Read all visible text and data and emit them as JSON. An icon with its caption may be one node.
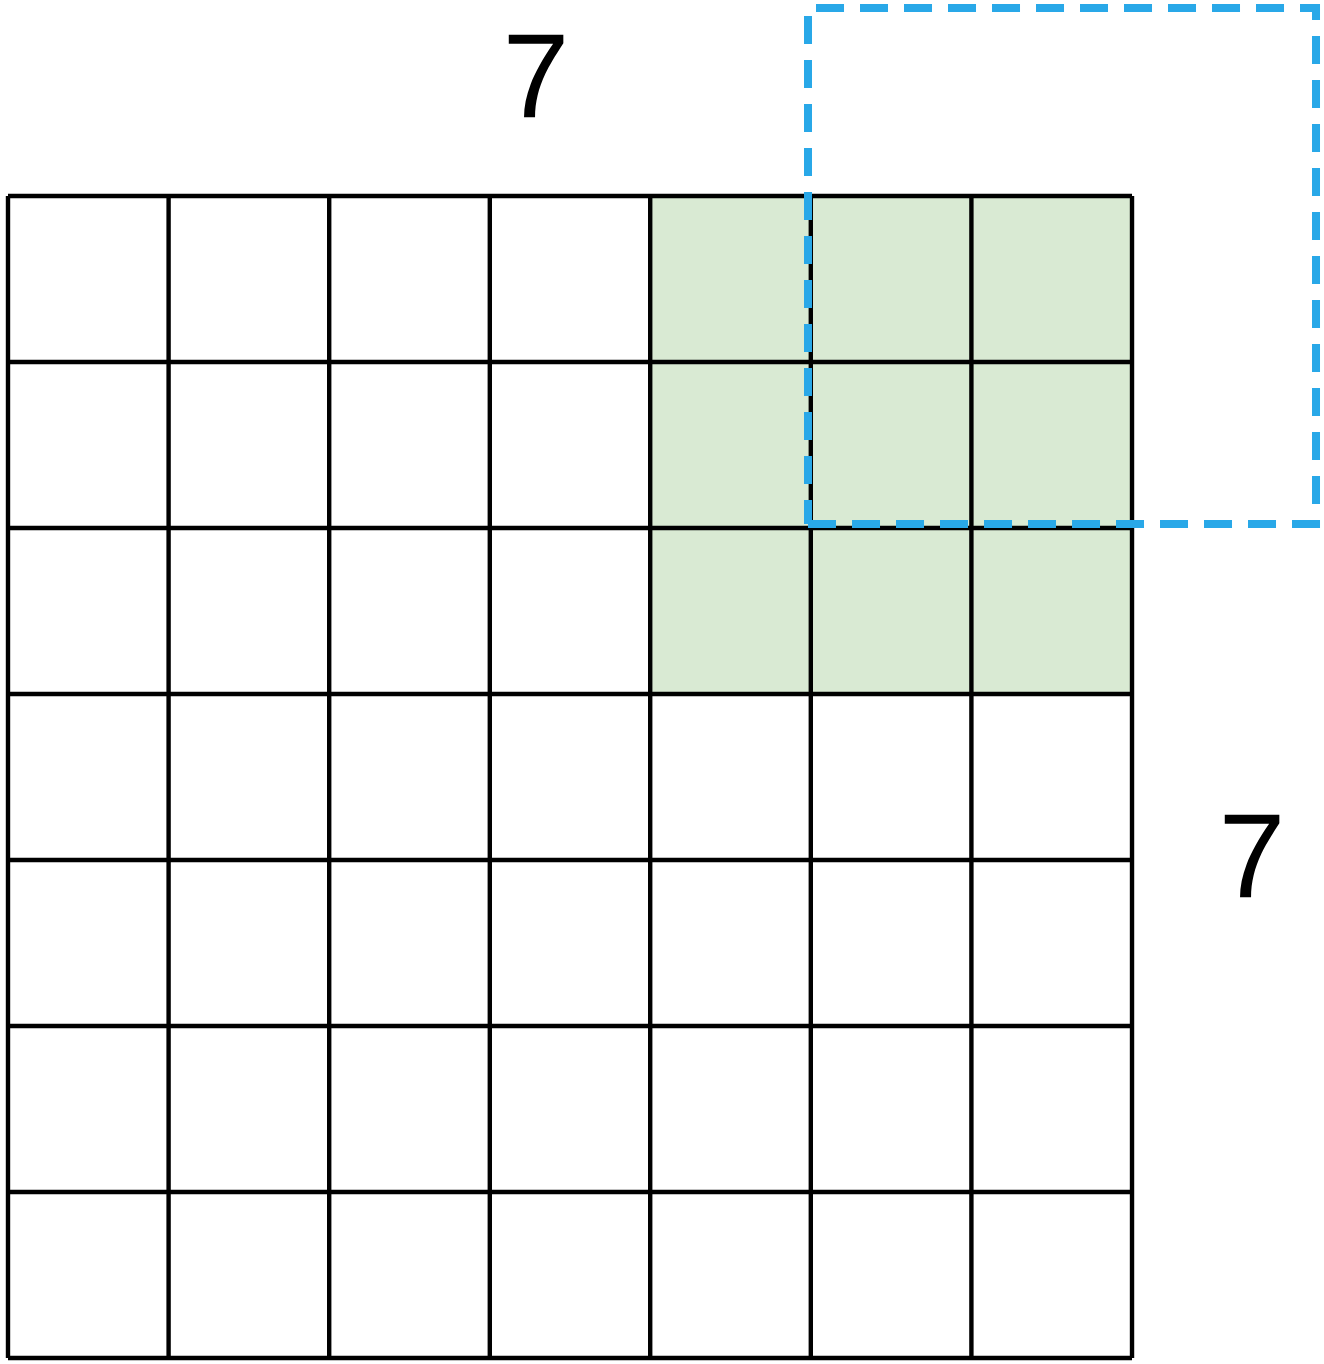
{
  "diagram": {
    "nodes": [
      {
        "text": [],
        "shape": "box"
      }
    ],
    "labels": [
      "7",
      "7"
    ]
  }
}
